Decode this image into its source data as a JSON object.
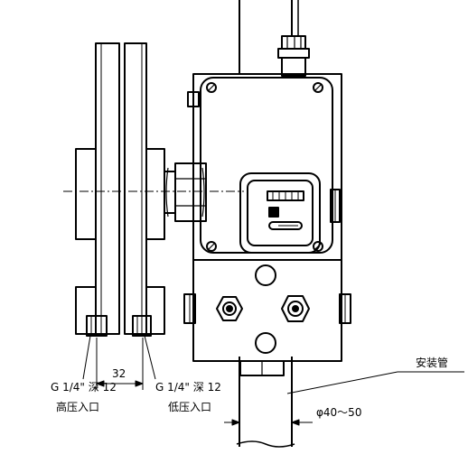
{
  "labels": {
    "port_high_spec": "G 1/4\" 深 12",
    "port_high_name": "高压入口",
    "port_low_spec": "G 1/4\" 深 12",
    "port_low_name": "低压入口",
    "port_spacing": "32",
    "mount_pipe": "安装管",
    "pipe_diameter": "φ40～50"
  },
  "colors": {
    "ink": "#000000",
    "paper": "#ffffff"
  }
}
